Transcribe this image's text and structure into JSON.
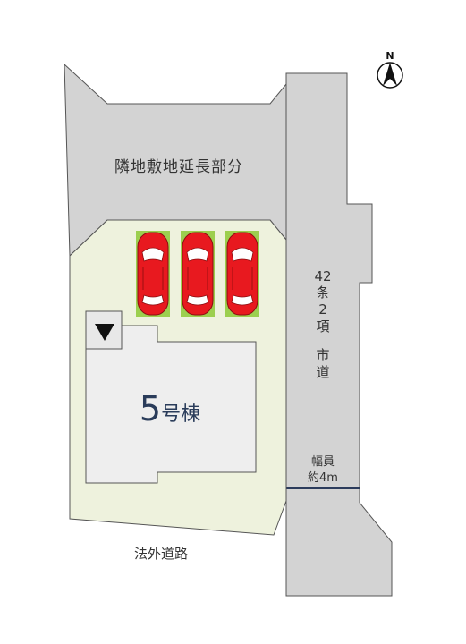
{
  "north_label": "N",
  "neighbor_area_label": "隣地敷地延長部分",
  "city_road": {
    "line1": "42",
    "line2": "条",
    "line3": "2",
    "line4": "項",
    "line5": "市",
    "line6": "道",
    "width_line1": "幅員",
    "width_line2": "約4m"
  },
  "building": {
    "number": "5",
    "suffix": "号棟"
  },
  "outside_road_label": "法外道路",
  "parking_spaces": 3,
  "colors": {
    "neighbor_fill": "#d3d3d3",
    "lot_fill": "#eef2dd",
    "building_fill": "#eeeeee",
    "road_fill": "#d3d3d3",
    "car_body": "#e8191f",
    "car_pad": "#9ccf4f",
    "outline": "#555555",
    "boundary_line": "#2c3c5c"
  }
}
